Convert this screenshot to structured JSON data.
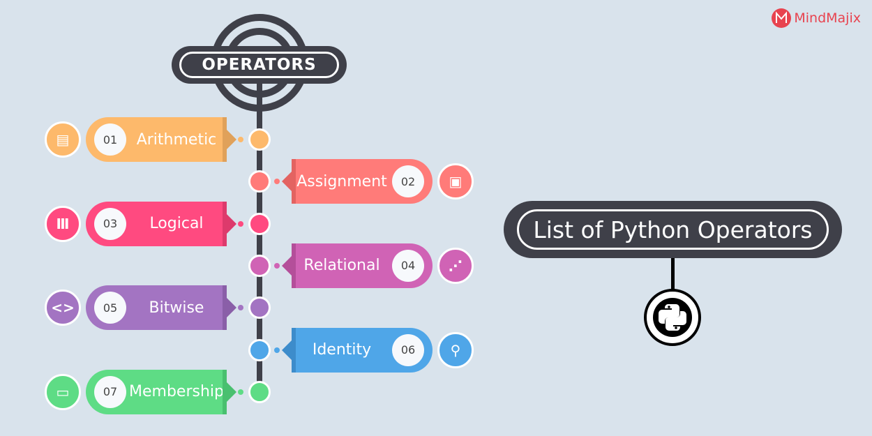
{
  "brand": {
    "name": "MindMajix",
    "color": "#e8434f"
  },
  "header": {
    "title": "OPERATORS"
  },
  "main_title": "List of Python Operators",
  "python_icon": "python-logo-icon",
  "items": [
    {
      "num": "01",
      "label": "Arithmetic",
      "side": "left",
      "color": "#fdb96b",
      "dark": "#e0a15a",
      "icon": "abacus-icon"
    },
    {
      "num": "02",
      "label": "Assignment",
      "side": "right",
      "color": "#ff7b79",
      "dark": "#e36361",
      "icon": "document-monitor-icon"
    },
    {
      "num": "03",
      "label": "Logical",
      "side": "left",
      "color": "#ff4a80",
      "dark": "#dd3a6c",
      "icon": "bar-chart-icon"
    },
    {
      "num": "04",
      "label": "Relational",
      "side": "right",
      "color": "#d063b5",
      "dark": "#b44f9a",
      "icon": "share-nodes-icon"
    },
    {
      "num": "05",
      "label": "Bitwise",
      "side": "left",
      "color": "#a374c2",
      "dark": "#8a5fa8",
      "icon": "code-brackets-icon"
    },
    {
      "num": "06",
      "label": "Identity",
      "side": "right",
      "color": "#4fa6e8",
      "dark": "#3d8ccb",
      "icon": "search-icon"
    },
    {
      "num": "07",
      "label": "Membership",
      "side": "left",
      "color": "#5edc85",
      "dark": "#49c06f",
      "icon": "id-card-icon"
    }
  ]
}
